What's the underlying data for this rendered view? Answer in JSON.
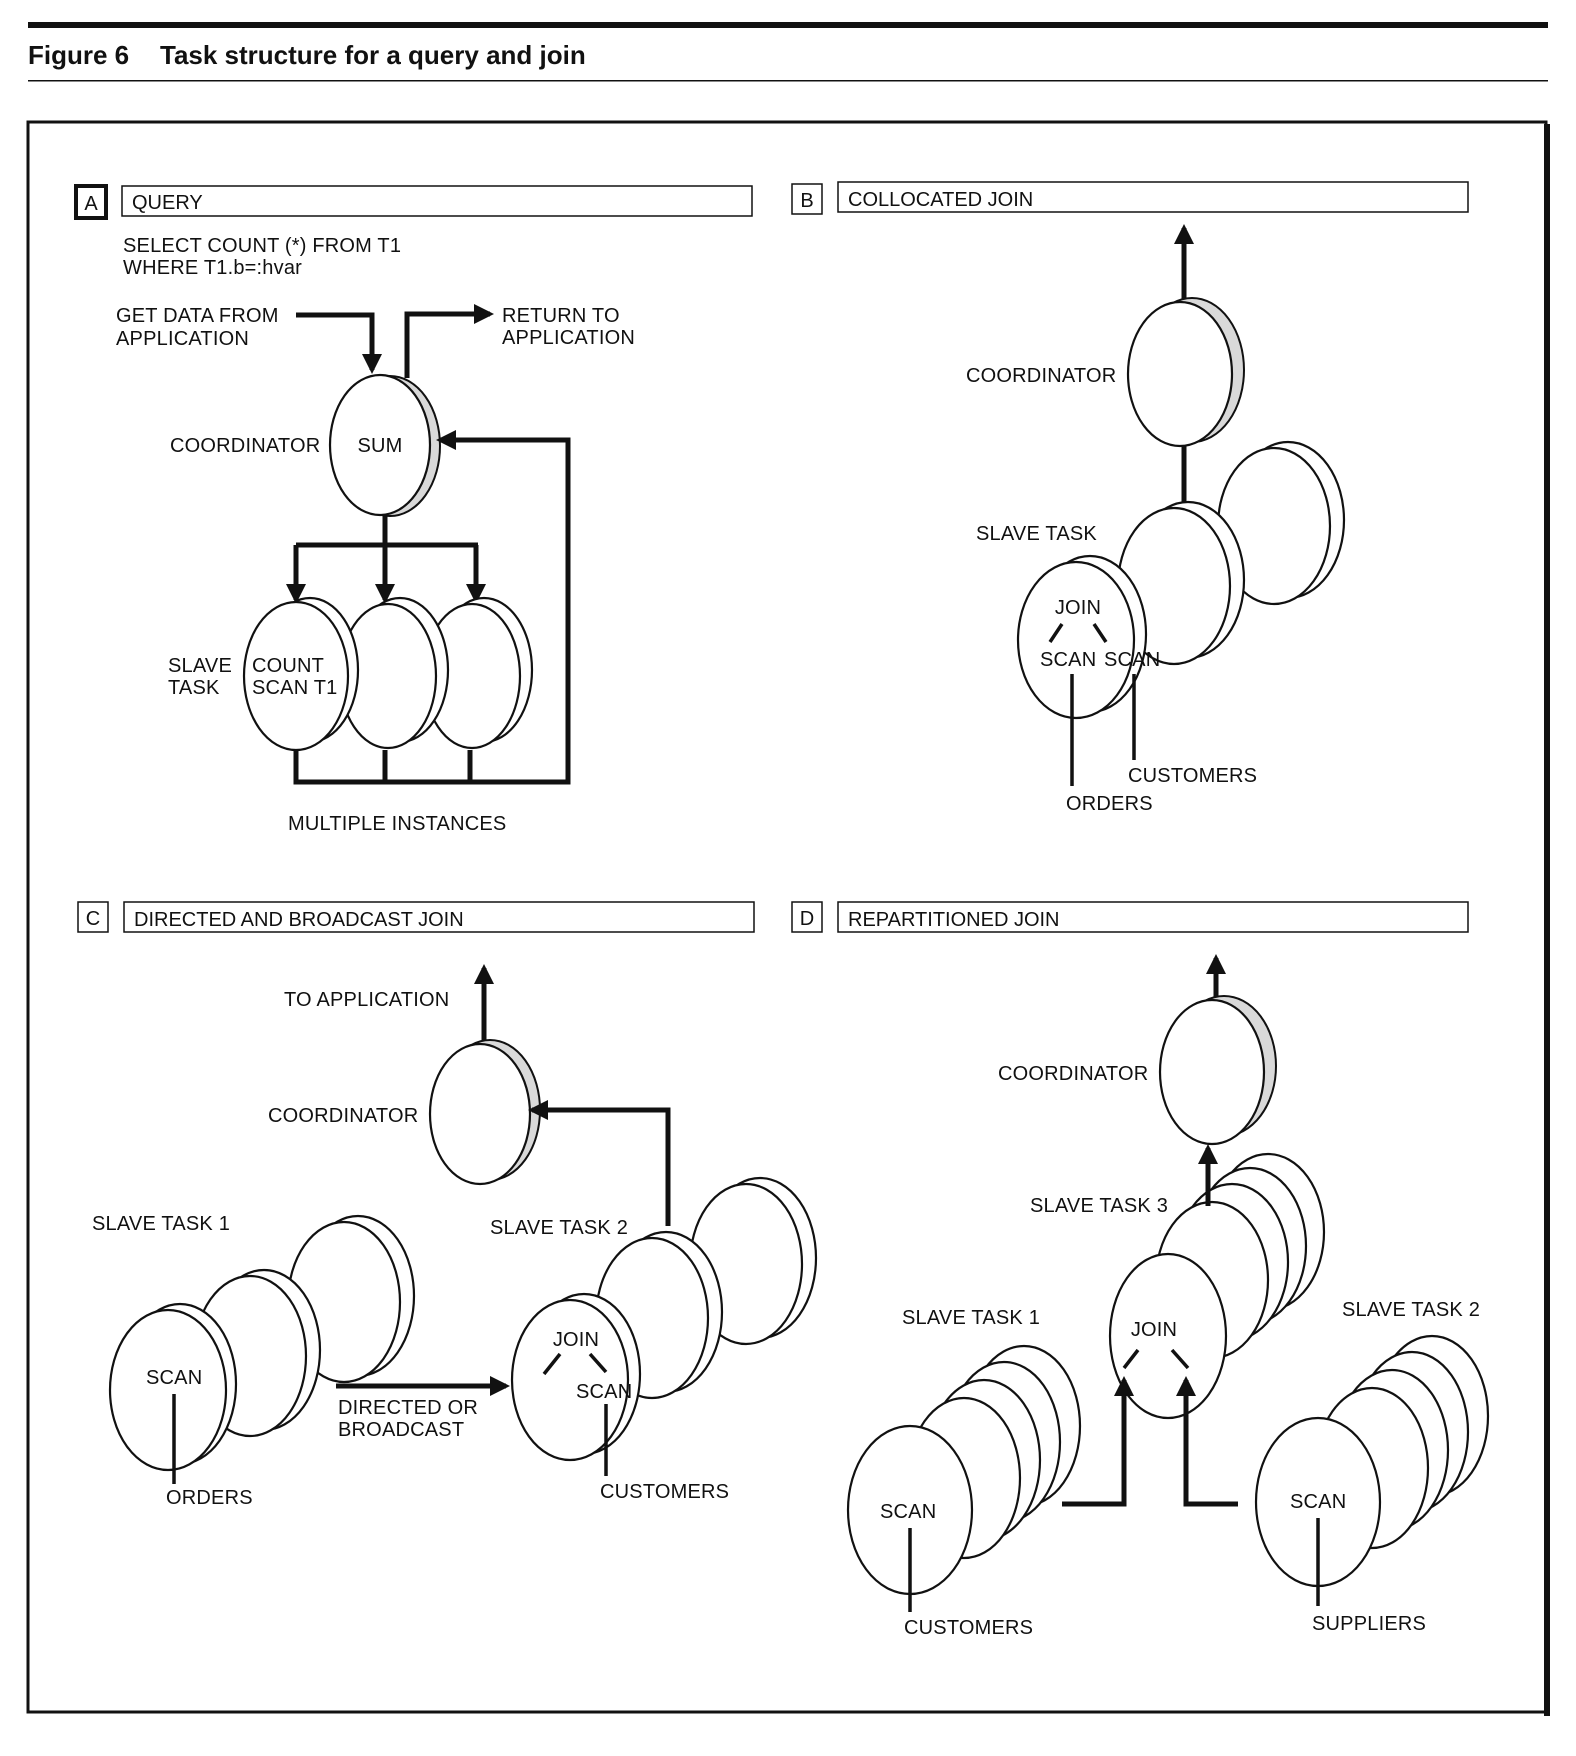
{
  "figure": {
    "number": "Figure 6",
    "title": "Task structure for a query and join"
  },
  "panels": {
    "a": {
      "letter": "A",
      "title": "QUERY",
      "sql_line1": "SELECT COUNT (*) FROM T1",
      "sql_line2": "WHERE T1.b=:hvar",
      "get_data_1": "GET DATA FROM",
      "get_data_2": "APPLICATION",
      "return_1": "RETURN TO",
      "return_2": "APPLICATION",
      "coordinator": "COORDINATOR",
      "sum": "SUM",
      "slave_1": "SLAVE",
      "slave_2": "TASK",
      "count": "COUNT",
      "scan_t1": "SCAN T1",
      "multiple": "MULTIPLE INSTANCES"
    },
    "b": {
      "letter": "B",
      "title": "COLLOCATED JOIN",
      "coordinator": "COORDINATOR",
      "slave_task": "SLAVE TASK",
      "join": "JOIN",
      "scan_left": "SCAN",
      "scan_right": "SCAN",
      "customers": "CUSTOMERS",
      "orders": "ORDERS"
    },
    "c": {
      "letter": "C",
      "title": "DIRECTED AND BROADCAST JOIN",
      "to_application": "TO APPLICATION",
      "coordinator": "COORDINATOR",
      "slave_task_1": "SLAVE TASK 1",
      "slave_task_2": "SLAVE TASK 2",
      "scan_1": "SCAN",
      "orders": "ORDERS",
      "directed_1": "DIRECTED OR",
      "directed_2": "BROADCAST",
      "join": "JOIN",
      "scan_2": "SCAN",
      "customers": "CUSTOMERS"
    },
    "d": {
      "letter": "D",
      "title": "REPARTITIONED JOIN",
      "coordinator": "COORDINATOR",
      "slave_task_3": "SLAVE TASK 3",
      "slave_task_1": "SLAVE TASK 1",
      "slave_task_2": "SLAVE TASK 2",
      "join": "JOIN",
      "scan_1": "SCAN",
      "customers": "CUSTOMERS",
      "scan_2": "SCAN",
      "suppliers": "SUPPLIERS"
    }
  }
}
